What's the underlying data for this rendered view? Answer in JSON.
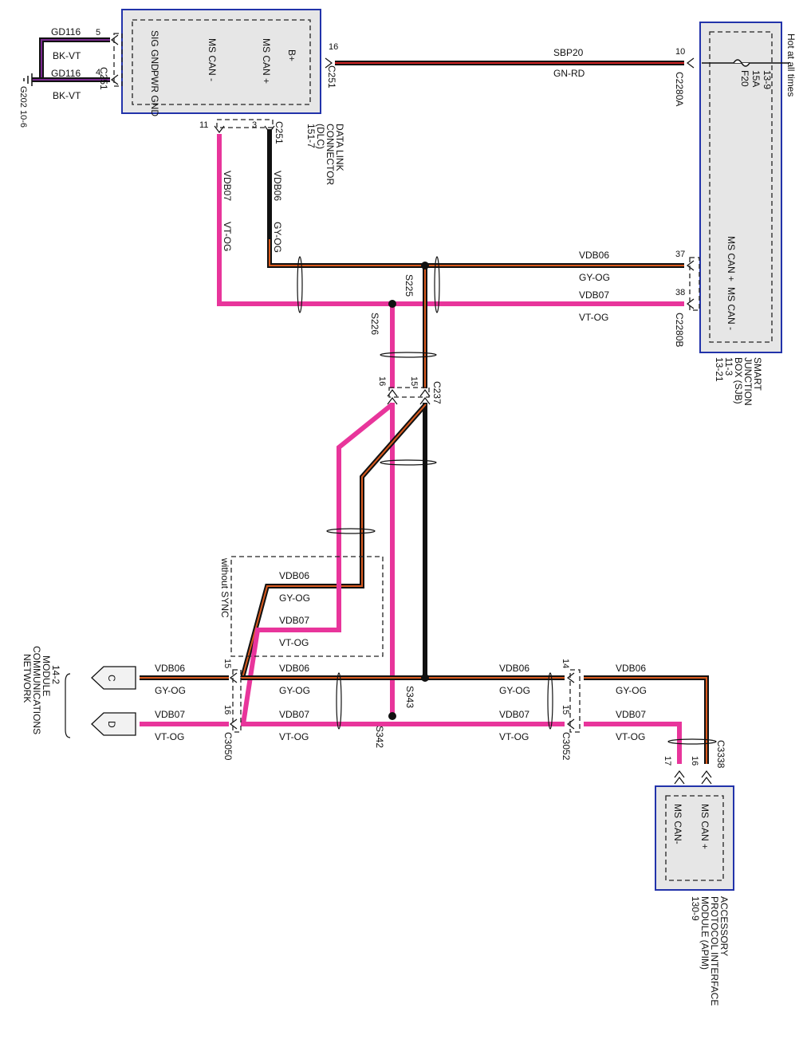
{
  "top_note": "Hot at all times",
  "dlc": {
    "pins": {
      "sig_gnd": "5",
      "pwr_gnd": "4",
      "b_plus": "16",
      "ms_can_minus": "11",
      "ms_can_plus": "3"
    },
    "labels": {
      "sig_gnd": "SIG GND",
      "pwr_gnd": "PWR GND",
      "ms_can_minus": "MS CAN -",
      "ms_can_plus": "MS CAN +",
      "b_plus": "B+"
    },
    "connector": "C251",
    "name": "DATA LINK CONNECTOR (DLC) 151-7"
  },
  "ground": {
    "wire1": "GD116",
    "wire1_color": "BK-VT",
    "wire2": "GD116",
    "wire2_color": "BK-VT",
    "ground_id": "G202 10-6"
  },
  "sbp": {
    "circuit": "SBP20",
    "color": "GN-RD"
  },
  "sjb": {
    "fuse": "F20",
    "fuse_rating": "15A",
    "fuse_ref": "13-9",
    "pin_power": "10",
    "conn_a": "C2280A",
    "pin_can_plus": "37",
    "pin_can_minus": "38",
    "conn_b": "C2280B",
    "can_plus": "MS CAN +",
    "can_minus": "MS CAN -",
    "name": "SMART JUNCTION BOX (SJB) 11-3 13-21"
  },
  "wires": {
    "vdb06": "VDB06",
    "gy_og": "GY-OG",
    "vdb07": "VDB07",
    "vt_og": "VT-OG"
  },
  "splices": {
    "s225": "S225",
    "s226": "S226",
    "s342": "S342",
    "s343": "S343"
  },
  "c237": {
    "conn": "C237",
    "pin_a": "16",
    "pin_b": "15"
  },
  "without_sync": "without SYNC",
  "c3050": {
    "conn": "C3050",
    "pin_a": "15",
    "pin_b": "16"
  },
  "c3052": {
    "conn": "C3052",
    "pin_a": "14",
    "pin_b": "15"
  },
  "apim": {
    "conn": "C3338",
    "pin_minus": "17",
    "pin_plus": "16",
    "can_plus": "MS CAN +",
    "can_minus": "MS CAN-",
    "name": "ACCESSORY PROTOCOL INTERFACE MODULE (APIM) 130-9"
  },
  "network": {
    "ref_c": "C",
    "ref_d": "D",
    "name": "14-2 MODULE COMMUNICATIONS NETWORK"
  },
  "colors": {
    "pink": "#e8359b",
    "orange": "#d95a1e",
    "black": "#111111",
    "red": "#cc2222",
    "purple": "#7a2a8f",
    "box_border": "#2233aa"
  }
}
